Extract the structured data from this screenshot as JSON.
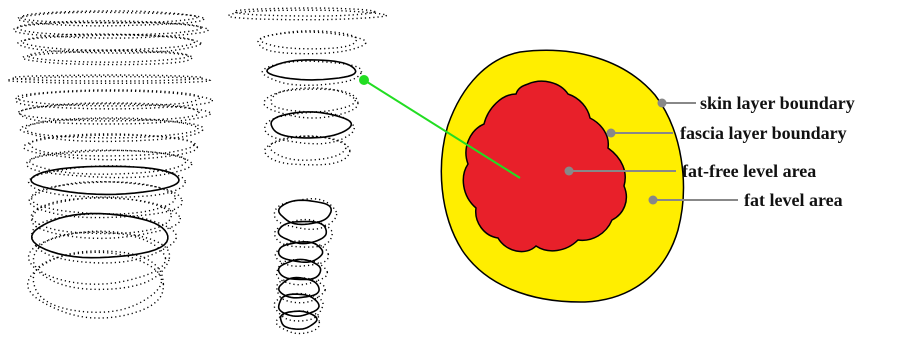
{
  "colors": {
    "skin_fill": "#FFEE00",
    "fat_free_fill": "#E8202A",
    "connector": "#22DD22",
    "leader_line": "#888888",
    "outline": "#000000"
  },
  "labels": {
    "skin": "skin layer boundary",
    "fascia": "fascia layer boundary",
    "fat_free": "fat-free level area",
    "fat": "fat level area"
  }
}
